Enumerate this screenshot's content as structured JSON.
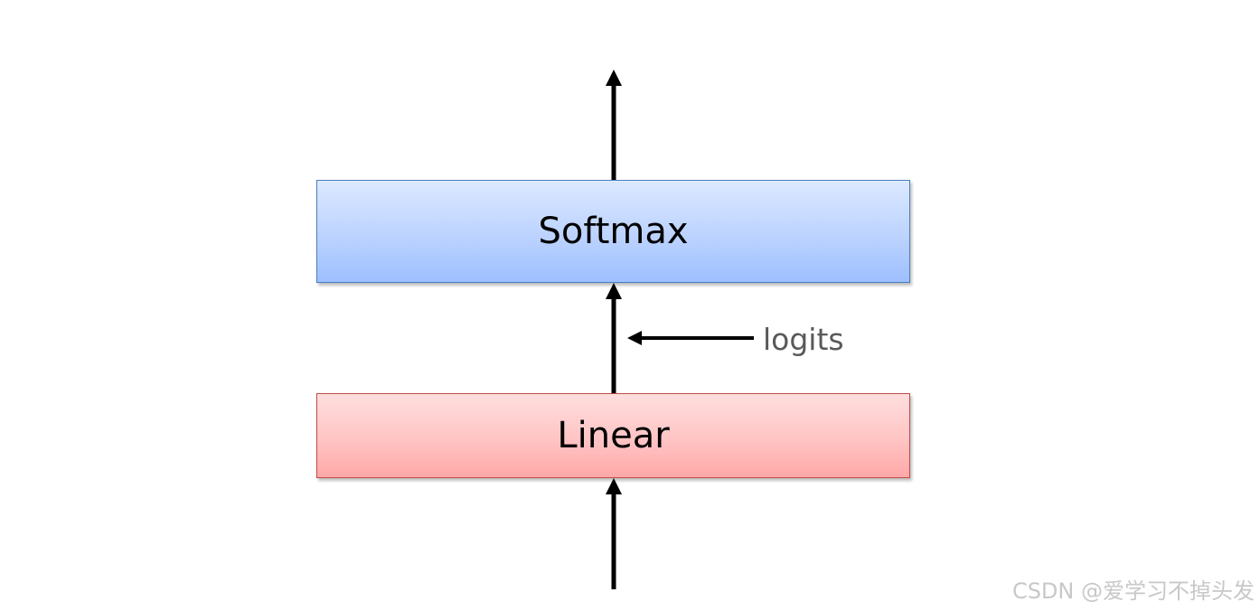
{
  "diagram": {
    "layers": [
      {
        "id": "softmax",
        "label": "Softmax",
        "fill_top": "#dce9ff",
        "fill_bottom": "#9dbfff",
        "border": "#4a7ebb"
      },
      {
        "id": "linear",
        "label": "Linear",
        "fill_top": "#ffdede",
        "fill_bottom": "#ffa8a8",
        "border": "#be4b48"
      }
    ],
    "annotation": {
      "label": "logits",
      "color": "#595959"
    },
    "arrow_color": "#000000"
  },
  "watermark": {
    "text": "CSDN @爱学习不掉头发"
  }
}
